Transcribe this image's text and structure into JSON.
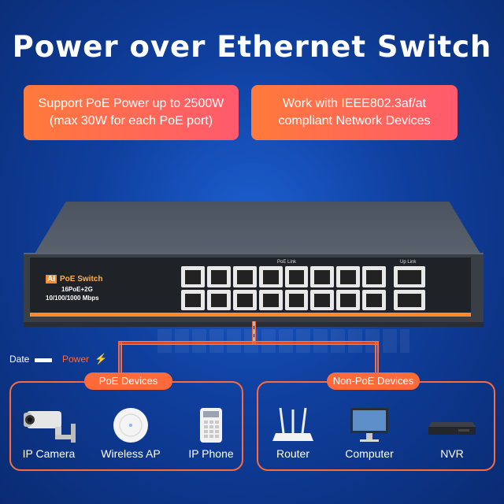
{
  "title": "Power over Ethernet Switch",
  "features": [
    {
      "line1": "Support PoE Power up to 2500W",
      "line2": "(max 30W for each PoE port)"
    },
    {
      "line1": "Work with IEEE802.3af/at",
      "line2": "compliant Network Devices"
    }
  ],
  "switch": {
    "brand_badge": "AI",
    "brand_name": "PoE Switch",
    "model": "16PoE+2G",
    "speed": "10/100/1000 Mbps",
    "poe_link_label": "PoE Link",
    "up_link_label": "Up Link"
  },
  "legend": {
    "date": "Date",
    "power": "Power"
  },
  "groups": [
    {
      "label": "PoE Devices",
      "devices": [
        {
          "name": "IP Camera",
          "icon": "ip-camera-icon"
        },
        {
          "name": "Wireless AP",
          "icon": "wireless-ap-icon"
        },
        {
          "name": "IP Phone",
          "icon": "ip-phone-icon"
        }
      ]
    },
    {
      "label": "Non-PoE Devices",
      "devices": [
        {
          "name": "Router",
          "icon": "router-icon"
        },
        {
          "name": "Computer",
          "icon": "computer-icon"
        },
        {
          "name": "NVR",
          "icon": "nvr-icon"
        }
      ]
    }
  ],
  "colors": {
    "accent": "#ff6a3a",
    "background": "#0f3f9e"
  }
}
